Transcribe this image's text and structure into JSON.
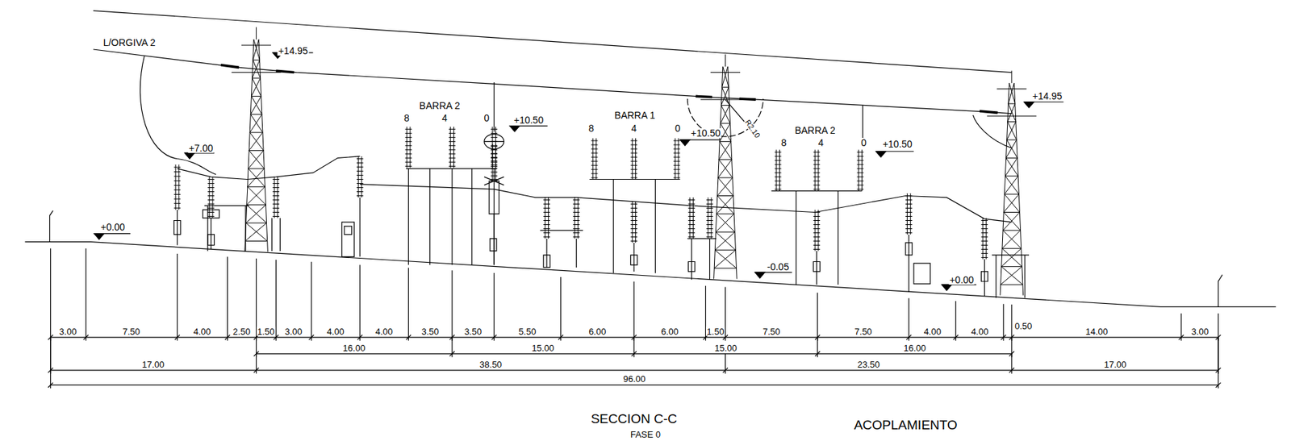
{
  "diagram": {
    "labels": [
      "L/ORGIVA 2",
      "+14.95",
      "+7.00",
      "+0.00",
      "BARRA 2",
      "8",
      "4",
      "0",
      "+10.50",
      "BARRA 1",
      "8",
      "4",
      "0",
      "+10.50",
      "R2.10",
      "BARRA 2",
      "8",
      "4",
      "0",
      "+10.50",
      "+14.95",
      "-0.05",
      "+0.00",
      "3.00",
      "7.50",
      "4.00",
      "2.50",
      "1.50",
      "3.00",
      "4.00",
      "4.00",
      "3.50",
      "3.50",
      "5.50",
      "6.00",
      "6.00",
      "1.50",
      "7.50",
      "7.50",
      "4.00",
      "4.00",
      "0.50",
      "14.00",
      "3.00",
      "16.00",
      "15.00",
      "15.00",
      "16.00",
      "17.00",
      "38.50",
      "23.50",
      "17.00",
      "96.00",
      "SECCION C-C",
      "FASE 0",
      "ACOPLAMIENTO"
    ]
  }
}
